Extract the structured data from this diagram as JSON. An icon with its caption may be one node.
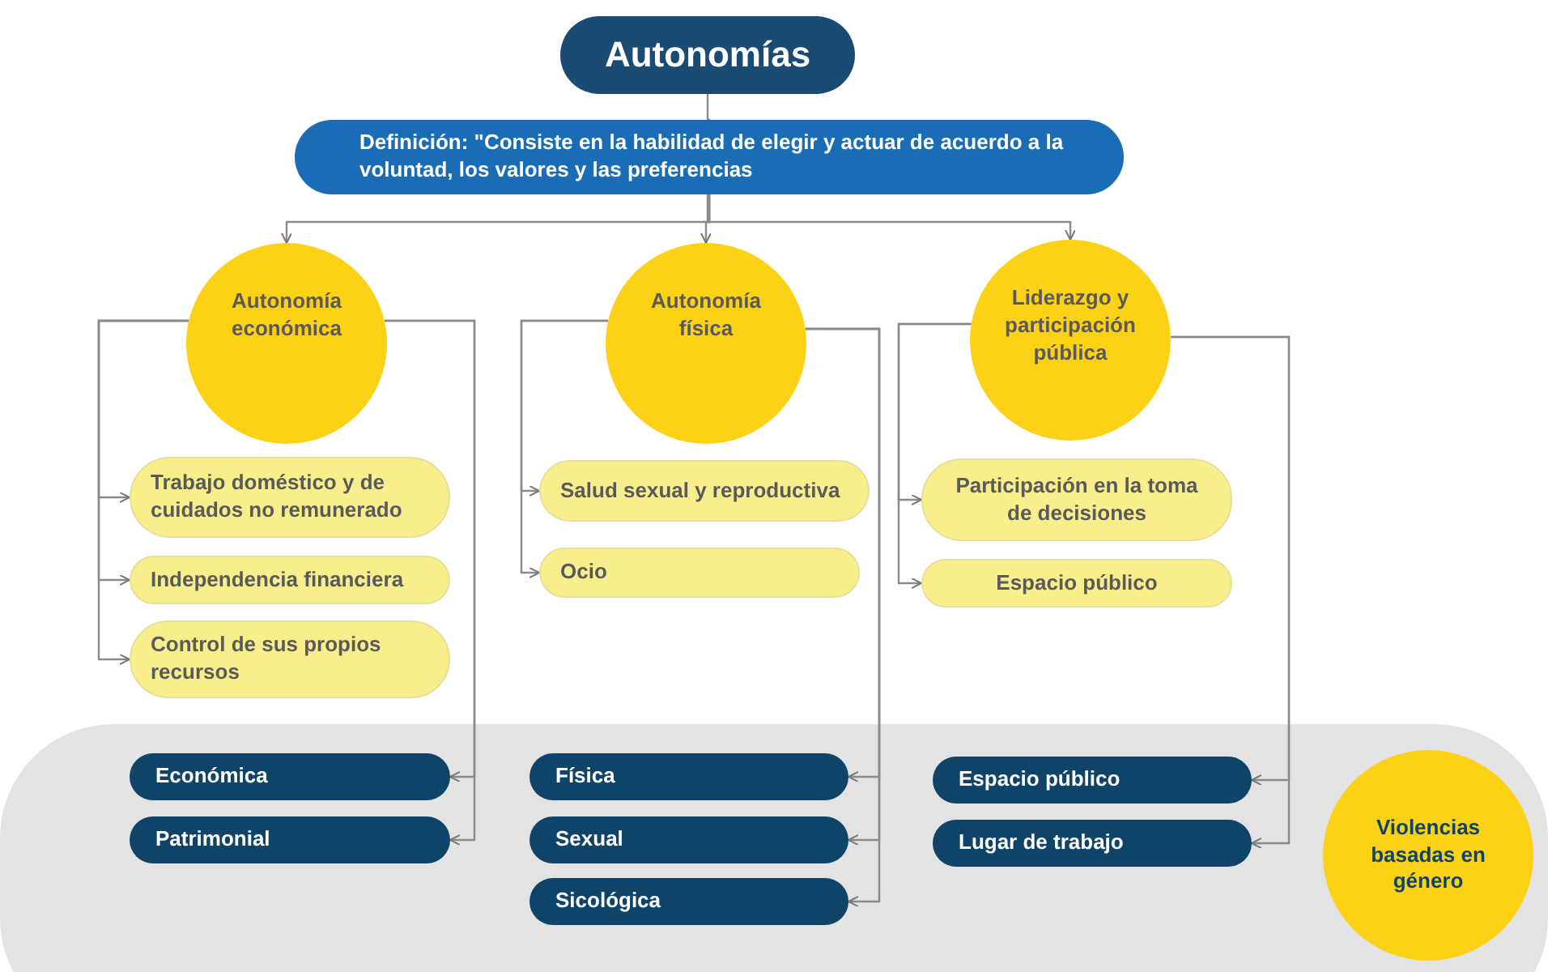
{
  "diagram": {
    "nodes": [
      {
        "text": [
          "Autonomías"
        ]
      },
      {
        "text": [
          "Definición: \"Consiste en la habilidad de elegir y actuar de acuerdo a la voluntad, los valores y las preferencias"
        ]
      },
      {
        "text": [
          "Autonomía económica"
        ]
      },
      {
        "text": [
          "Autonomía física"
        ]
      },
      {
        "text": [
          "Liderazgo y participación pública"
        ]
      },
      {
        "text": [
          "Trabajo doméstico y de cuidados no remunerado"
        ]
      },
      {
        "text": [
          "Independencia financiera"
        ]
      },
      {
        "text": [
          "Control de sus propios recursos"
        ]
      },
      {
        "text": [
          "Salud sexual y reproductiva"
        ]
      },
      {
        "text": [
          "Ocio"
        ]
      },
      {
        "text": [
          "Participación en la toma de decisiones"
        ]
      },
      {
        "text": [
          "Espacio público"
        ]
      },
      {
        "text": [
          "Económica"
        ]
      },
      {
        "text": [
          "Patrimonial"
        ]
      },
      {
        "text": [
          "Física"
        ]
      },
      {
        "text": [
          "Sexual"
        ]
      },
      {
        "text": [
          "Sicológica"
        ]
      },
      {
        "text": [
          "Espacio público"
        ]
      },
      {
        "text": [
          "Lugar de trabajo"
        ]
      },
      {
        "text": [
          "Violencias basadas en género"
        ]
      }
    ],
    "edges": [
      {
        "from": 0,
        "to": 1,
        "arrow": "to"
      },
      {
        "from": 1,
        "to": 2,
        "arrow": "to"
      },
      {
        "from": 1,
        "to": 3,
        "arrow": "to"
      },
      {
        "from": 1,
        "to": 4,
        "arrow": "to"
      },
      {
        "from": 2,
        "to": 5,
        "arrow": "to"
      },
      {
        "from": 2,
        "to": 6,
        "arrow": "to"
      },
      {
        "from": 2,
        "to": 7,
        "arrow": "to"
      },
      {
        "from": 3,
        "to": 8,
        "arrow": "to"
      },
      {
        "from": 3,
        "to": 9,
        "arrow": "to"
      },
      {
        "from": 4,
        "to": 10,
        "arrow": "to"
      },
      {
        "from": 4,
        "to": 11,
        "arrow": "to"
      },
      {
        "from": 2,
        "to": 12,
        "arrow": "to"
      },
      {
        "from": 2,
        "to": 13,
        "arrow": "to"
      },
      {
        "from": 3,
        "to": 14,
        "arrow": "to"
      },
      {
        "from": 3,
        "to": 15,
        "arrow": "to"
      },
      {
        "from": 3,
        "to": 16,
        "arrow": "to"
      },
      {
        "from": 4,
        "to": 17,
        "arrow": "to"
      },
      {
        "from": 4,
        "to": 18,
        "arrow": "to"
      }
    ]
  }
}
